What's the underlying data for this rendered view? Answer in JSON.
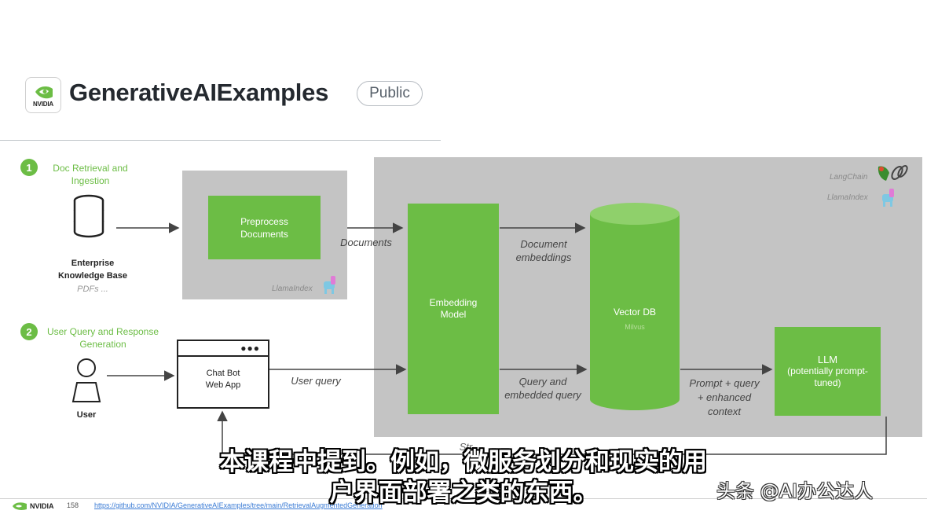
{
  "header": {
    "repo_name": "GenerativeAIExamples",
    "visibility_badge": "Public",
    "logo_text": "NVIDIA"
  },
  "section1": {
    "number": "1",
    "title": "Doc Retrieval and Ingestion",
    "kb_label_line1": "Enterprise",
    "kb_label_line2": "Knowledge Base",
    "kb_sub": "PDFs ...",
    "preprocess_line1": "Preprocess",
    "preprocess_line2": "Documents",
    "preprocess_tag": "LlamaIndex",
    "documents_label": "Documents"
  },
  "section2": {
    "number": "2",
    "title": "User Query and Response Generation",
    "user_label": "User",
    "chatbot_line1": "Chat Bot",
    "chatbot_line2": "Web App",
    "user_query_label": "User query"
  },
  "pipeline": {
    "langchain_tag": "LangChain",
    "llamaindex_tag": "LlamaIndex",
    "embedding_line1": "Embedding",
    "embedding_line2": "Model",
    "doc_emb_line1": "Document",
    "doc_emb_line2": "embeddings",
    "query_emb_line1": "Query and",
    "query_emb_line2": "embedded query",
    "vector_db": "Vector DB",
    "vector_db_sub": "Milvus",
    "prompt_line1": "Prompt + query",
    "prompt_line2": "+ enhanced",
    "prompt_line3": "context",
    "llm_line1": "LLM",
    "llm_line2": "(potentially prompt-",
    "llm_line3": "tuned)",
    "stream_partial": "Str"
  },
  "footer": {
    "logo_text": "NVIDIA",
    "page_number": "158",
    "url": "https://github.com/NVIDIA/GenerativeAIExamples/tree/main/RetrievalAugmentedGeneration"
  },
  "overlay": {
    "subtitle_line1": "本课程中提到。例如，微服务划分和现实的用",
    "subtitle_line2": "户界面部署之类的东西。",
    "watermark": "头条 @AI办公达人"
  },
  "colors": {
    "nvidia_green": "#6cbd45",
    "panel_gray": "#c4c4c4"
  }
}
